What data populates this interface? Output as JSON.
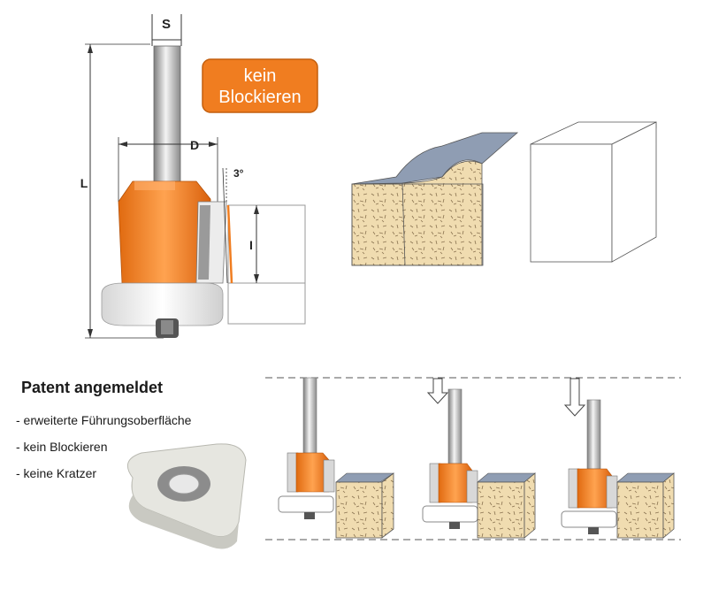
{
  "labels": {
    "shank_diameter": "S",
    "cutting_diameter": "D",
    "total_length": "L",
    "cutting_length": "I",
    "angle": "3°"
  },
  "badge": {
    "line1": "kein",
    "line2": "Blockieren",
    "color": "#f07d20"
  },
  "patent": {
    "title": "Patent angemeldet",
    "features": [
      "- erweiterte Führungsoberfläche",
      "- kein Blockieren",
      "- keine Kratzer"
    ]
  },
  "colors": {
    "orange": "#f07d20",
    "laminate": "#8f9db3",
    "wood": "#f0dcb0",
    "bearing": "#f2f2f2",
    "shank": "#b8b8b8"
  }
}
